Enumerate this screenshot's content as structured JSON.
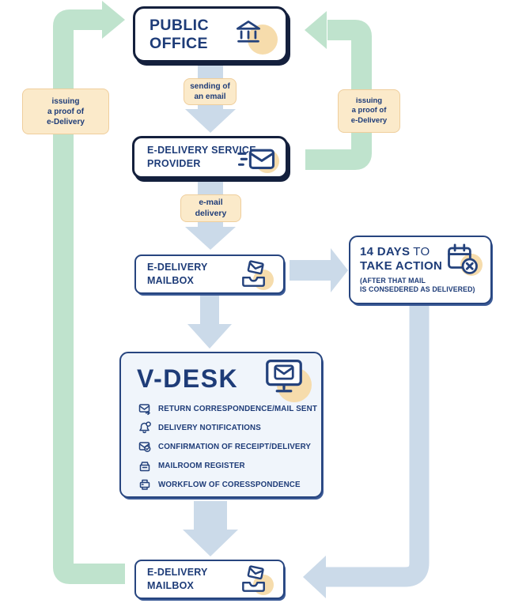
{
  "diagram_title": "e-Delivery flow",
  "colors": {
    "navy_text": "#1E3C78",
    "dark_border": "#14203D",
    "light_border": "#27457F",
    "arrow_blue": "#CBDAE9",
    "arrow_green": "#BFE3CD",
    "label_bg": "#FBEACA",
    "label_border": "#EFCE9C",
    "icon_circle": "#F6DCAC",
    "vdesk_bg": "#F0F5FB"
  },
  "boxes": {
    "public_office": {
      "lines": [
        "PUBLIC",
        "OFFICE"
      ],
      "icon": "bank-icon"
    },
    "provider": {
      "lines": [
        "E-DELIVERY SERVICE",
        "PROVIDER"
      ],
      "icon": "flying-mail-icon"
    },
    "mailbox_mid": {
      "lines": [
        "E-DELIVERY",
        "MAILBOX"
      ],
      "icon": "mailbox-icon"
    },
    "days": {
      "strong1": "14 DAYS",
      "light": "TO",
      "strong2": "TAKE ACTION",
      "note_lines": [
        "(AFTER THAT MAIL",
        "IS CONSEDERED AS DELIVERED)"
      ],
      "icon": "calendar-x-icon"
    },
    "vdesk": {
      "title": "V-DESK",
      "icon": "monitor-mail-icon",
      "items": [
        {
          "icon": "mail-sent-icon",
          "label": "RETURN CORRESPONDENCE/MAIL SENT"
        },
        {
          "icon": "bell-icon",
          "label": "DELIVERY NOTIFICATIONS"
        },
        {
          "icon": "mail-check-icon",
          "label": "CONFIRMATION OF RECEIPT/DELIVERY"
        },
        {
          "icon": "inbox-icon",
          "label": "MAILROOM REGISTER"
        },
        {
          "icon": "workflow-icon",
          "label": "WORKFLOW OF CORESSPONDENCE"
        }
      ]
    },
    "mailbox_bottom": {
      "lines": [
        "E-DELIVERY",
        "MAILBOX"
      ],
      "icon": "mailbox-icon"
    }
  },
  "labels": {
    "sending": [
      "sending of",
      "an email"
    ],
    "email_delivery": [
      "e-mail",
      "delivery"
    ],
    "issuing_left": [
      "issuing",
      "a proof of",
      "e-Delivery"
    ],
    "issuing_right": [
      "issuing",
      "a proof of",
      "e-Delivery"
    ]
  }
}
